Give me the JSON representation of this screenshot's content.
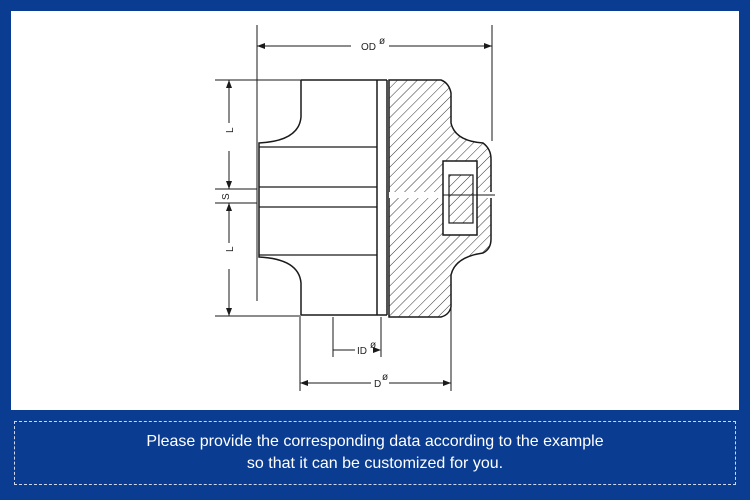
{
  "diagram": {
    "labels": {
      "od": "OD",
      "l_top": "L",
      "s": "S",
      "l_bottom": "L",
      "id": "ID",
      "d": "D",
      "phi": "ø"
    }
  },
  "caption": {
    "line1": "Please provide the corresponding data according to the example",
    "line2": "so that it can be customized for you."
  },
  "colors": {
    "background": "#0a3d91",
    "panel": "#ffffff",
    "ink": "#1a1a1a"
  }
}
